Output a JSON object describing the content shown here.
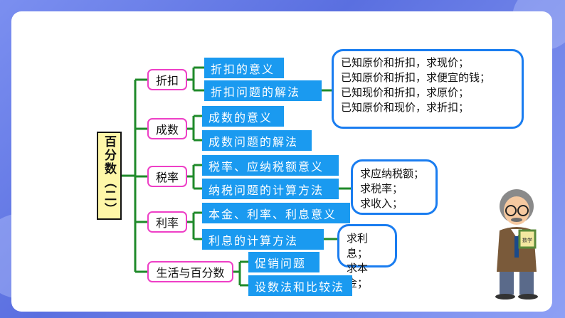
{
  "root": "百分数（二）",
  "branches": [
    {
      "label": "折扣",
      "items": [
        "折扣的意义",
        "折扣问题的解法"
      ],
      "note": [
        "已知原价和折扣，求现价；",
        "已知原价和折扣，求便宜的钱；",
        "已知现价和折扣，求原价；",
        "已知原价和现价，求折扣；"
      ]
    },
    {
      "label": "成数",
      "items": [
        "成数的意义",
        "成数问题的解法"
      ]
    },
    {
      "label": "税率",
      "items": [
        "税率、应纳税额意义",
        "纳税问题的计算方法"
      ],
      "note": [
        "求应纳税额；",
        "求税率；",
        "求收入；"
      ]
    },
    {
      "label": "利率",
      "items": [
        "本金、利率、利息意义",
        "利息的计算方法"
      ],
      "note": [
        "求利息；",
        "求本金；"
      ]
    },
    {
      "label": "生活与百分数",
      "items": [
        "促销问题",
        "设数法和比较法"
      ]
    }
  ],
  "sign_text": "数学",
  "colors": {
    "branch_border": "#ee3fc6",
    "item_bg": "#1a9af0",
    "note_border": "#1a7df0",
    "root_bg": "#fef7a8",
    "line": "#1f8a2a"
  }
}
